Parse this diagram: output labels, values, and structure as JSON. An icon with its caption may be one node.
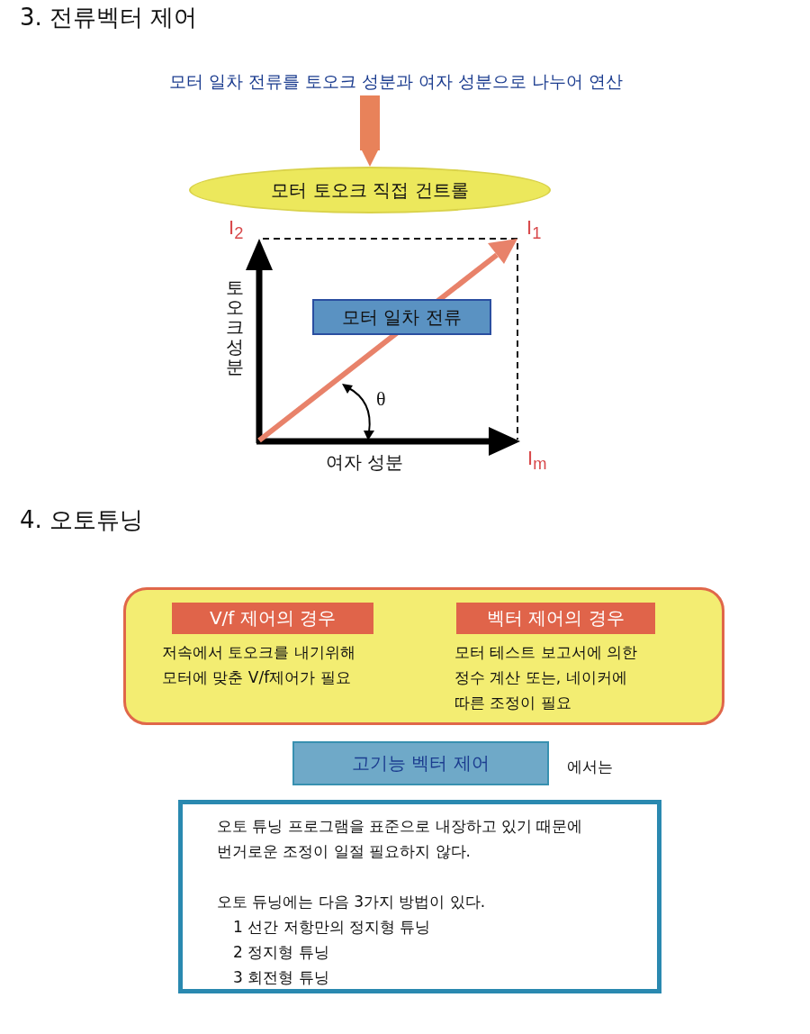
{
  "diagram": {
    "nodes": [
      {
        "text": [
          "모터 일차 전류를 토오크 성분과 여자 성분으로 나누어 연산"
        ]
      },
      {
        "text": [
          "모터 토오크 직접 건트롤"
        ]
      },
      {
        "text": [
          "모터 일차 전류"
        ]
      },
      {
        "text": [],
        "shape": "box"
      },
      {
        "text": [
          "V/f 제어의 경우"
        ],
        "in": 3,
        "beside": [
          "저속에서 토오크를 내기위해 모터에 맞춘 V/f제어가 필요"
        ]
      },
      {
        "text": [
          "벡터 제어의 경우"
        ],
        "in": 3,
        "beside": [
          "모터 테스트 보고서에 의한 정수 계산 또는, 네이커에 따른 조정이 필요"
        ]
      },
      {
        "text": [
          "고기능 벡터 제어"
        ],
        "beside": [
          "에서는"
        ]
      },
      {
        "text": [
          "오토 튜닝 프로그램을 표준으로 내장하고 있기 때문에 번거로운 조정이 일절 필요하지 않다.",
          "오토 듀닝에는 다음 3가지 방법이 있다.",
          "1 선간 저항만의 정지형 튜닝",
          "2 정지형 튜닝",
          "3 회전형 튜닝"
        ]
      }
    ],
    "edges": [
      {
        "from": 0,
        "to": 1,
        "arrow": "to",
        "color": "#e8825a"
      }
    ],
    "labels": [
      "3. 전류벡터 제어",
      "I$_{2}$",
      "I$_{1}$",
      "토오크 성분",
      "θ",
      "여자 성분",
      "I$_{m}$",
      "4. 오토튜닝"
    ]
  }
}
